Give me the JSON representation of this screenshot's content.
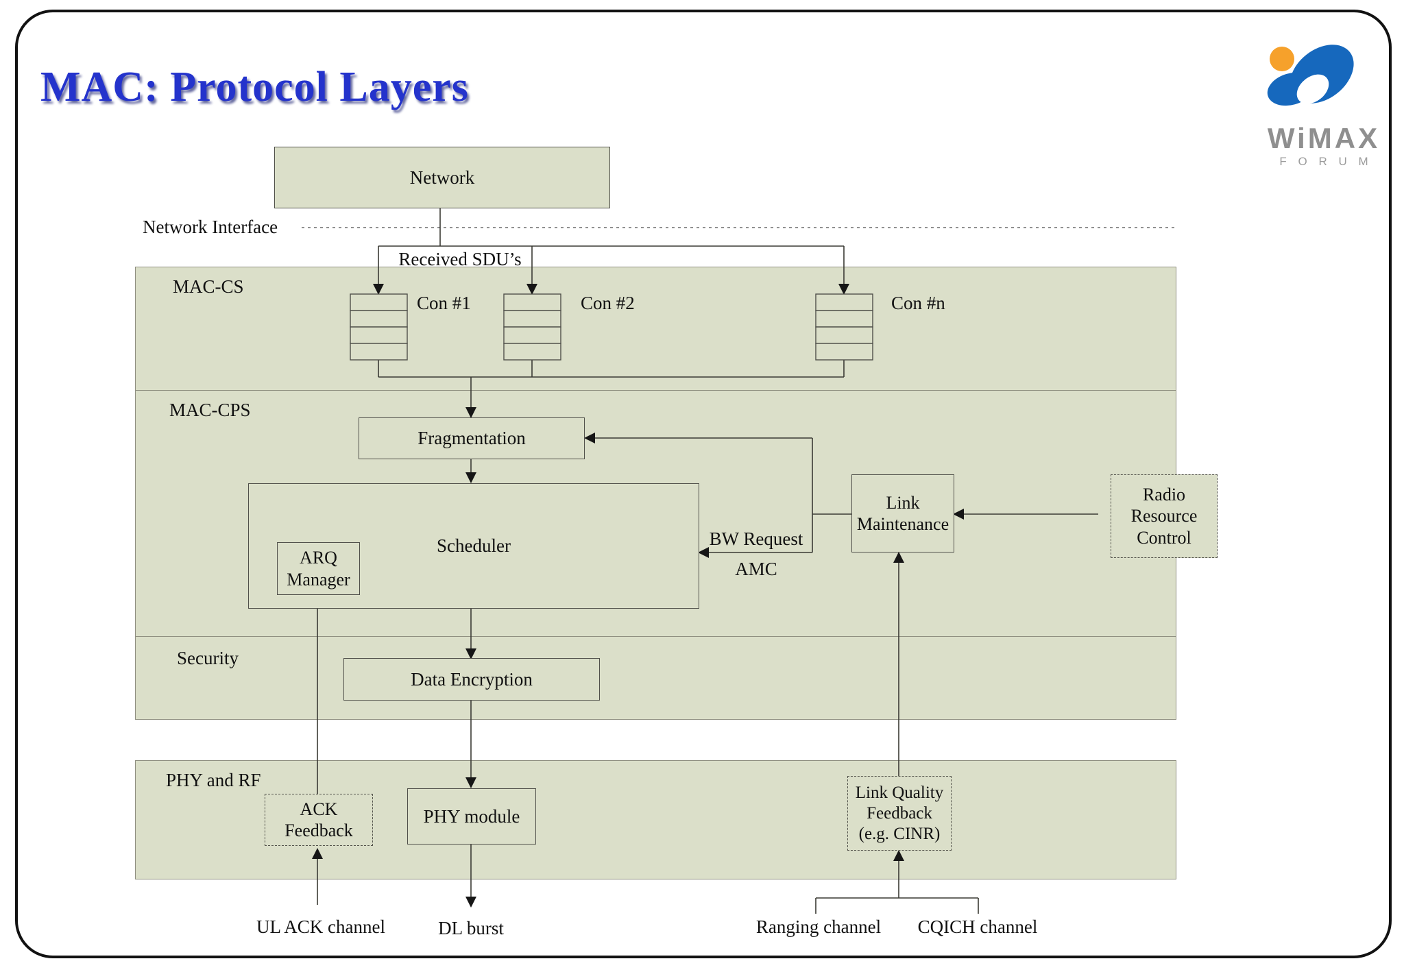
{
  "title": "MAC: Protocol Layers",
  "logo": {
    "brand": "WiMAX",
    "sub": "F O R U M"
  },
  "labels": {
    "network_interface": "Network Interface",
    "received_sdus": "Received SDU’s"
  },
  "bands": {
    "mac_cs": "MAC-CS",
    "mac_cps": "MAC-CPS",
    "security": "Security",
    "phy_rf": "PHY and RF"
  },
  "queues": {
    "con1": "Con #1",
    "con2": "Con #2",
    "conn": "Con #n"
  },
  "boxes": {
    "network": "Network",
    "fragmentation": "Fragmentation",
    "scheduler": "Scheduler",
    "arq_manager": {
      "line1": "ARQ",
      "line2": "Manager"
    },
    "link_maintenance": {
      "line1": "Link",
      "line2": "Maintenance"
    },
    "radio_resource_control": {
      "line1": "Radio",
      "line2": "Resource",
      "line3": "Control"
    },
    "data_encryption": "Data Encryption",
    "ack_feedback": {
      "line1": "ACK",
      "line2": "Feedback"
    },
    "phy_module": "PHY module",
    "link_quality_feedback": {
      "line1": "Link Quality",
      "line2": "Feedback",
      "line3": "(e.g. CINR)"
    }
  },
  "flow_labels": {
    "bw_request": "BW Request",
    "amc": "AMC"
  },
  "channels": {
    "ul_ack": "UL ACK channel",
    "dl_burst": "DL burst",
    "ranging": "Ranging channel",
    "cqich": "CQICH channel"
  },
  "colors": {
    "band_fill": "#dbdfc9",
    "title_blue": "#2433cc",
    "logo_blue": "#1668bd",
    "logo_orange": "#f6a12b",
    "logo_gray": "#8f8f8f",
    "line": "#3a3a34"
  }
}
